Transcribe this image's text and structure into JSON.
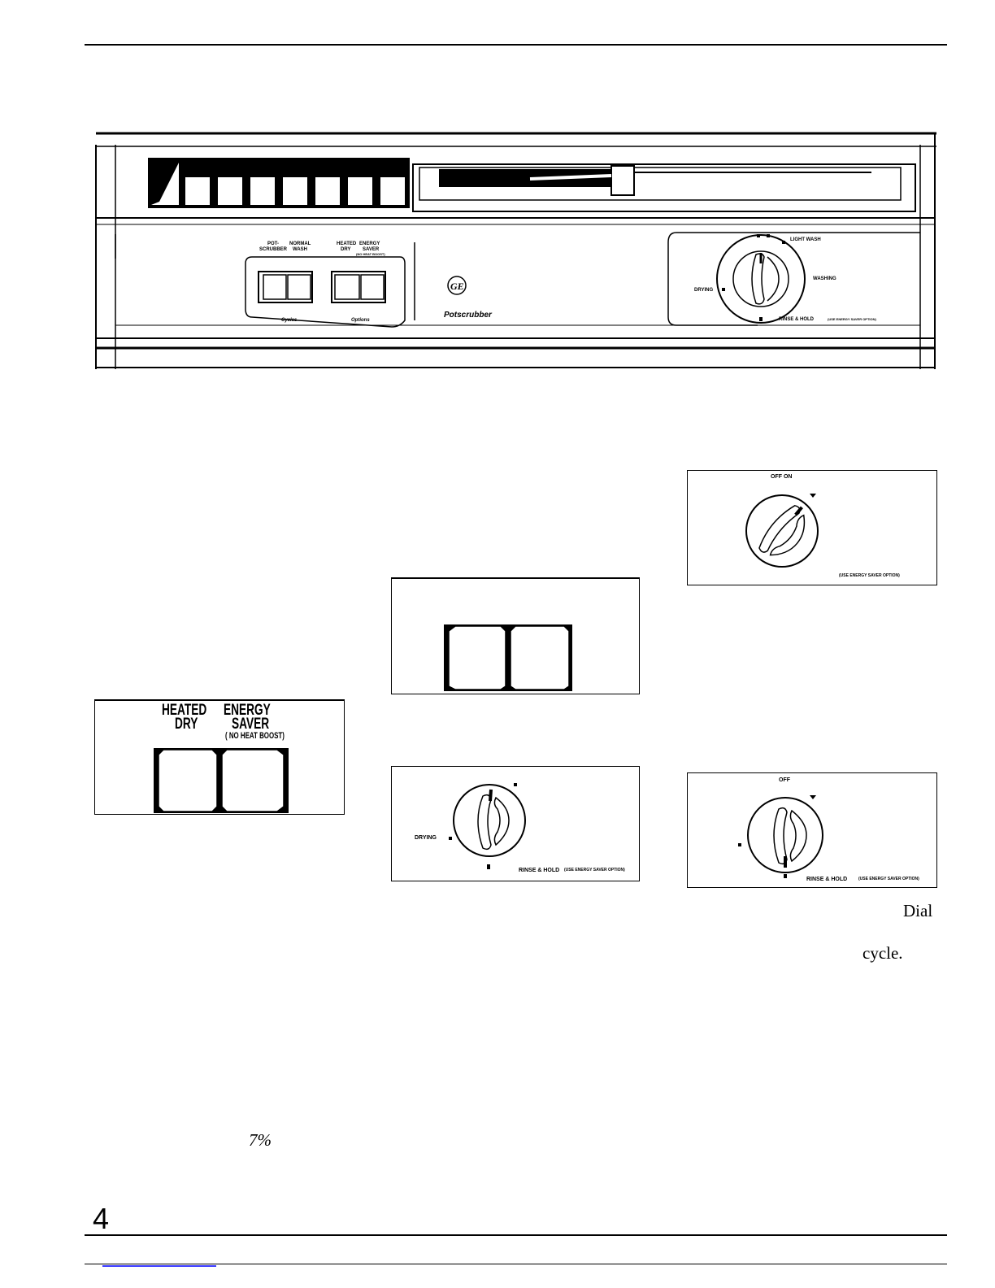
{
  "panel": {
    "cycles_buttons": [
      "POT-\nSCRUBBER",
      "NORMAL\nWASH"
    ],
    "pot_label": "POT-",
    "scrubber_label": "SCRUBBER",
    "normal_label": "NORMAL",
    "wash_label": "WASH",
    "heated_label": "HEATED",
    "dry_label": "DRY",
    "energy_label": "ENERGY",
    "saver_label": "SAVER",
    "no_heat_small": "(NO HEAT BOOST)",
    "cycles_caption": "Cycles",
    "options_caption": "Options",
    "brand_model": "Potscrubber",
    "dial": {
      "light_wash": "LIGHT WASH",
      "washing": "WASHING",
      "drying": "DRYING",
      "rinse_hold": "RINSE & HOLD",
      "use_energy_saver": "(USE ENERGY SAVER OPTION)"
    }
  },
  "inset_options": {
    "heated": "HEATED",
    "energy": "ENERGY",
    "dry": "DRY",
    "saver": "SAVER",
    "no_heat_boost": "( NO HEAT BOOST)"
  },
  "inset_dial_offon": {
    "off_on": "OFF  ON",
    "use_energy_saver": "(USE ENERGY SAVER OPTION)"
  },
  "inset_dial_drying": {
    "drying": "DRYING",
    "rinse_hold": "RINSE & HOLD",
    "use_energy_saver": "(USE ENERGY SAVER OPTION)"
  },
  "inset_dial_off": {
    "off": "OFF",
    "rinse_hold": "RINSE & HOLD",
    "use_energy_saver": "(USE ENERGY SAVER OPTION)"
  },
  "body_text": {
    "dial": "Dial",
    "cycle": "cycle.",
    "percent": "7%"
  },
  "page_number": "4"
}
